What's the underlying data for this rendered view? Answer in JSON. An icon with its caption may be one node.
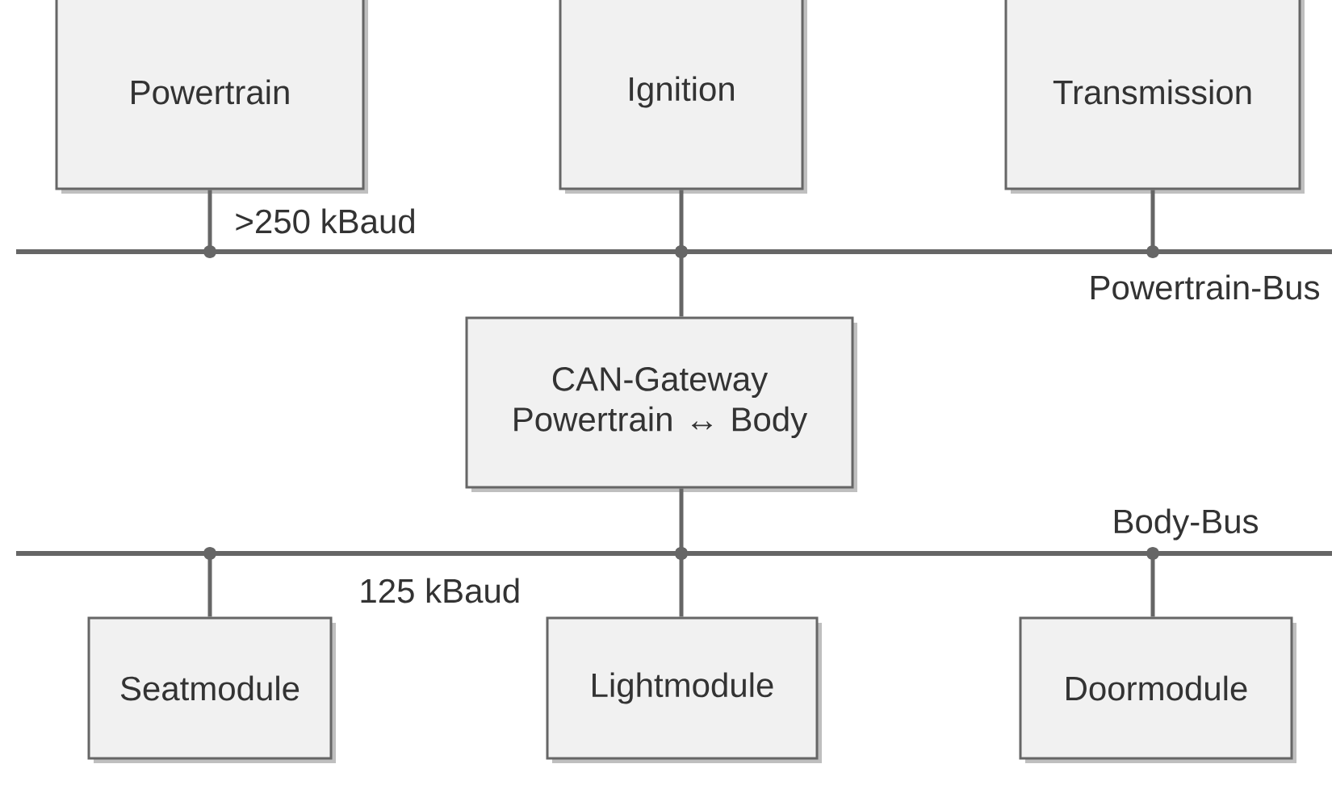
{
  "diagram": {
    "nodes": [
      {
        "text": [
          "Powertrain"
        ]
      },
      {
        "text": [
          "Ignition"
        ]
      },
      {
        "text": [
          "Transmission"
        ]
      },
      {
        "text": [],
        "shape": "bar",
        "beside": [
          ">250 kBaud",
          "Powertrain-Bus"
        ]
      },
      {
        "text": [
          "CAN-Gateway Powertrain ↔ Body"
        ]
      },
      {
        "text": [],
        "shape": "bar",
        "beside": [
          "Body-Bus",
          "125 kBaud"
        ]
      },
      {
        "text": [
          "Seatmodule"
        ]
      },
      {
        "text": [
          "Lightmodule"
        ]
      },
      {
        "text": [
          "Doormodule"
        ]
      }
    ],
    "edges": [
      {
        "from": 0,
        "to": 3,
        "arrow": "other"
      },
      {
        "from": 1,
        "to": 3,
        "arrow": "other"
      },
      {
        "from": 2,
        "to": 3,
        "arrow": "other"
      },
      {
        "from": 3,
        "to": 4,
        "arrow": "other"
      },
      {
        "from": 4,
        "to": 5,
        "arrow": "other"
      },
      {
        "from": 5,
        "to": 6,
        "arrow": "other"
      },
      {
        "from": 5,
        "to": 7,
        "arrow": "other"
      },
      {
        "from": 5,
        "to": 8,
        "arrow": "other"
      }
    ]
  }
}
